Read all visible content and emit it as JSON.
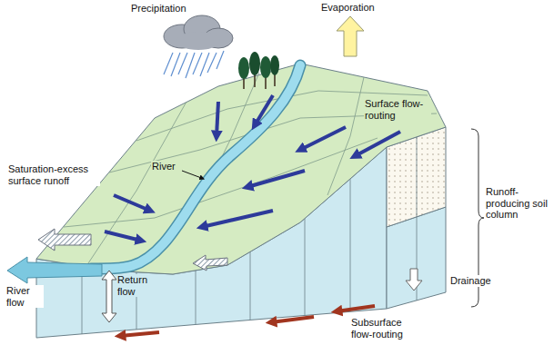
{
  "diagram": {
    "labels": [
      "Precipitation",
      "Evaporation",
      "Surface flow-routing",
      "River",
      "Saturation-excess surface runoff",
      "Runoff- producing soil column",
      "River flow",
      "Return flow",
      "Drainage",
      "Subsurface flow-routing"
    ]
  }
}
